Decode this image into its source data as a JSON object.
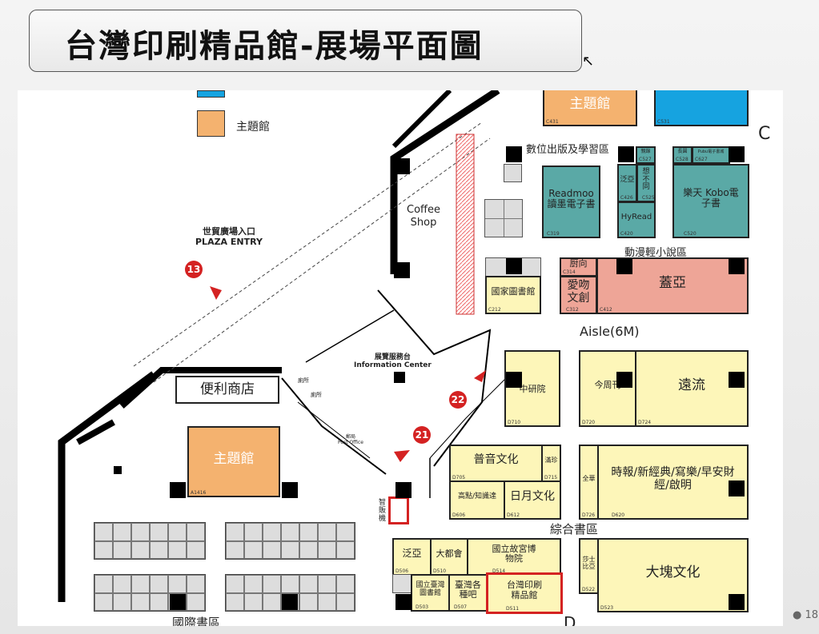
{
  "title": "台灣印刷精品館-展場平面圖",
  "page_number": "18",
  "legend": {
    "theme_label": "主題館",
    "colors": {
      "blue": "#16a3e0",
      "theme": "#f4b26f",
      "teal": "#5aa9a6",
      "yellow": "#fdf6b9",
      "pink": "#eea597",
      "highlight": "#d42222"
    }
  },
  "areas": {
    "c": "C",
    "d": "D",
    "digital": "數位出版及學習區",
    "anime": "動漫輕小說區",
    "aisle": "Aisle(6M)",
    "general": "綜合書區",
    "international": "國際書區"
  },
  "facilities": {
    "plaza_zh": "世貿廣場入口",
    "plaza_en": "PLAZA ENTRY",
    "coffee1": "Coffee",
    "coffee2": "Shop",
    "info_zh": "展覽服務台",
    "info_en": "Information Center",
    "store": "便利商店",
    "toilet": "廁所",
    "post_zh": "郵局",
    "post_en": "Post Office",
    "vending": "智販機"
  },
  "entrances": [
    "13",
    "22",
    "21"
  ],
  "booths": {
    "c431": {
      "name": "主題館",
      "code": "C431"
    },
    "c531": {
      "code": "C531"
    },
    "c319": {
      "name": "Readmoo 讀墨電子書",
      "code": "C319"
    },
    "c527": {
      "name": "親錄",
      "code": "C527"
    },
    "c426": {
      "name": "泛亞",
      "code": "C426"
    },
    "c525": {
      "name": "想不同",
      "code": "C525"
    },
    "c420": {
      "name": "HyRead",
      "code": "C420"
    },
    "c528": {
      "name": "長圓",
      "code": "C528"
    },
    "c627": {
      "name": "Pubu電子書城",
      "code": "C627"
    },
    "c520": {
      "name": "樂天 Kobo電子書",
      "code": "C520"
    },
    "c212": {
      "name": "國家圖書館",
      "code": "C212"
    },
    "c314": {
      "name": "厨向",
      "code": "C314"
    },
    "c312": {
      "name": "愛吻文創",
      "code": "C312"
    },
    "c412": {
      "name": "蓋亞",
      "code": "C412"
    },
    "d710": {
      "name": "中研院",
      "code": "D710"
    },
    "d720": {
      "name": "今周刊",
      "code": "D720"
    },
    "d724": {
      "name": "遠流",
      "code": "D724"
    },
    "d705": {
      "name": "普音文化",
      "code": "D705"
    },
    "d715": {
      "name": "滿珍",
      "code": "D715"
    },
    "d606": {
      "name": "高點/知識達",
      "code": "D606"
    },
    "d612": {
      "name": "日月文化",
      "code": "D612"
    },
    "d726": {
      "name": "全華",
      "code": "D726"
    },
    "d620": {
      "name": "時報/新經典/寫樂/早安財經/啟明",
      "code": "D620"
    },
    "d506": {
      "name": "泛亞",
      "code": "D506"
    },
    "d510": {
      "name": "大都會",
      "code": "D510"
    },
    "d514": {
      "name": "國立故宮博物院",
      "code": "D514"
    },
    "d503": {
      "name": "國立臺灣圖書館",
      "code": "D503"
    },
    "d507": {
      "name": "臺灣各種吧",
      "code": "D507"
    },
    "d511": {
      "name": "台灣印刷精品館",
      "code": "D511"
    },
    "d522": {
      "name": "莎士比亞",
      "code": "D522"
    },
    "d523": {
      "name": "大塊文化",
      "code": "D523"
    },
    "a1416": {
      "name": "主題館",
      "code": "A1416"
    }
  }
}
